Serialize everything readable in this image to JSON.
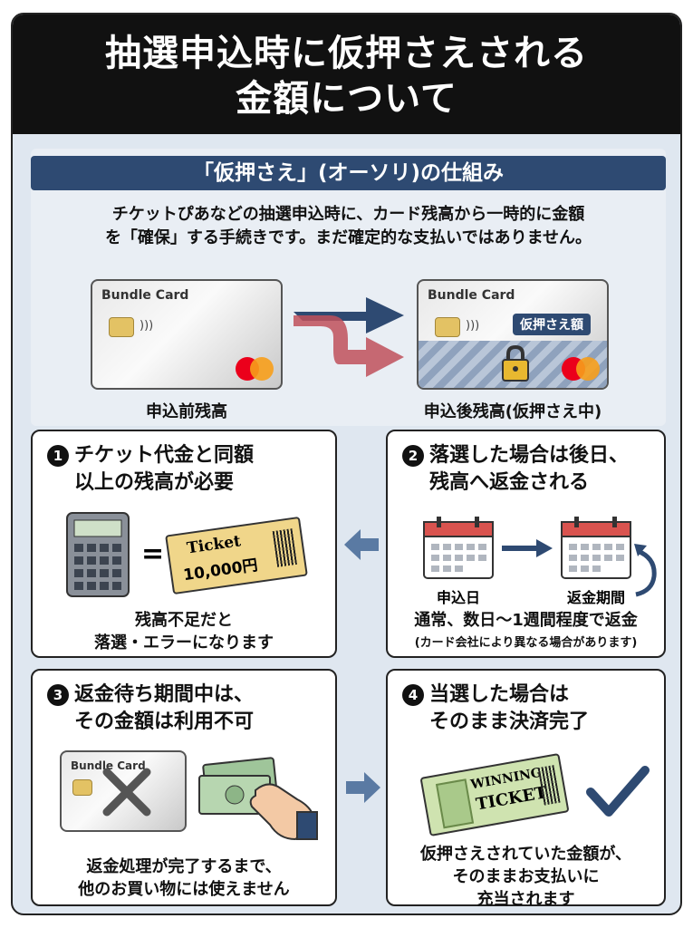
{
  "title": {
    "line1": "抽選申込時に仮押さえされる",
    "line2": "金額について"
  },
  "top": {
    "subtitle": "「仮押さえ」(オーソリ)の仕組み",
    "desc_line1": "チケットぴあなどの抽選申込時に、カード残高から一時的に金額",
    "desc_line2": "を「確保」する手続きです。まだ確定的な支払いではありません。",
    "card_brand": "Bundle Card",
    "hold_tag": "仮押さえ額",
    "before_label": "申込前残高",
    "after_label": "申込後残高(仮押さえ中)"
  },
  "step1": {
    "num": "1",
    "title_line1": "チケット代金と同額",
    "title_line2": "以上の残高が必要",
    "ticket_word": "Ticket",
    "ticket_price": "10,000円",
    "equals": "=",
    "foot_line1": "残高不足だと",
    "foot_line2": "落選・エラーになります"
  },
  "step2": {
    "num": "2",
    "title_line1": "落選した場合は後日、",
    "title_line2": "残高へ返金される",
    "cal1_label": "申込日",
    "cal2_label": "返金期間",
    "foot_line1": "通常、数日〜1週間程度で返金",
    "foot_line2": "(カード会社により異なる場合があります)"
  },
  "step3": {
    "num": "3",
    "title_line1": "返金待ち期間中は、",
    "title_line2": "その金額は利用不可",
    "card_brand": "Bundle Card",
    "foot_line1": "返金処理が完了するまで、",
    "foot_line2": "他のお買い物には使えません"
  },
  "step4": {
    "num": "4",
    "title_line1": "当選した場合は",
    "title_line2": "そのまま決済完了",
    "ticket_line1": "WINNING",
    "ticket_line2": "TICKET",
    "foot_line1": "仮押さえされていた金額が、",
    "foot_line2": "そのままお支払いに",
    "foot_line3": "充当されます"
  },
  "colors": {
    "navy": "#2e4a72",
    "arrow": "#5a7aa3",
    "red_arrow": "#c0505a",
    "ticket": "#f0d68a",
    "win_ticket": "#cfe3b0"
  }
}
